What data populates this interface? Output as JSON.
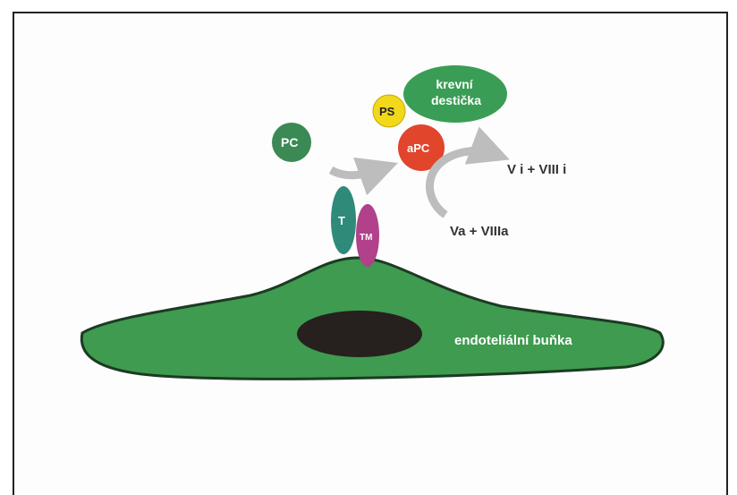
{
  "labels": {
    "platelet": "krevní\ndestička",
    "ps": "PS",
    "pc": "PC",
    "apc": "aPC",
    "thrombin": "T",
    "thrombomodulin": "TM",
    "inactivated": "V i + VIII i",
    "activated": "Va + VIIIa",
    "cell": "endoteliální buňka"
  },
  "colors": {
    "cell_fill": "#3e9b4f",
    "nucleus": "#26201f",
    "platelet_fill": "#3a9d55",
    "pc_fill": "#3b8a55",
    "ps_fill": "#f1d81a",
    "apc_fill": "#e1452c",
    "t_fill": "#2f8a7a",
    "tm_fill": "#b0418a",
    "arrow": "#bdbdbd"
  },
  "icons": {
    "pc_to_apc": "curved-arrow-icon",
    "apc_action": "curved-arrow-icon"
  }
}
